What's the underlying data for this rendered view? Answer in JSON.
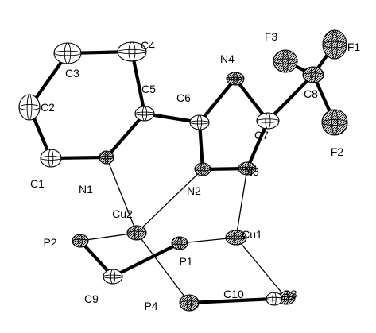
{
  "figure": {
    "atoms": [
      {
        "id": "C1",
        "label": "C1",
        "style": "axes"
      },
      {
        "id": "C2",
        "label": "C2",
        "style": "axes"
      },
      {
        "id": "C3",
        "label": "C3",
        "style": "axes"
      },
      {
        "id": "C4",
        "label": "C4",
        "style": "axes"
      },
      {
        "id": "C5",
        "label": "C5",
        "style": "axes"
      },
      {
        "id": "C6",
        "label": "C6",
        "style": "axes"
      },
      {
        "id": "C7",
        "label": "C7",
        "style": "axes"
      },
      {
        "id": "C8",
        "label": "C8",
        "style": "hatched"
      },
      {
        "id": "N1",
        "label": "N1",
        "style": "hatched"
      },
      {
        "id": "N2",
        "label": "N2",
        "style": "hatched"
      },
      {
        "id": "N3",
        "label": "N3",
        "style": "hatched"
      },
      {
        "id": "N4",
        "label": "N4",
        "style": "hatched"
      },
      {
        "id": "F1",
        "label": "F1",
        "style": "hatched"
      },
      {
        "id": "F2",
        "label": "F2",
        "style": "hatched"
      },
      {
        "id": "F3",
        "label": "F3",
        "style": "hatched"
      },
      {
        "id": "Cu1",
        "label": "Cu1",
        "style": "hatched"
      },
      {
        "id": "Cu2",
        "label": "Cu2",
        "style": "hatched"
      },
      {
        "id": "P1",
        "label": "P1",
        "style": "hatched"
      },
      {
        "id": "P2",
        "label": "P2",
        "style": "hatched"
      },
      {
        "id": "P3",
        "label": "P3",
        "style": "hatched"
      },
      {
        "id": "P4",
        "label": "P4",
        "style": "hatched"
      },
      {
        "id": "C9",
        "label": "C9",
        "style": "axes"
      },
      {
        "id": "C10",
        "label": "C10",
        "style": "axes"
      }
    ],
    "bonds": [
      {
        "a": "C1",
        "b": "C2",
        "style": "thick"
      },
      {
        "a": "C2",
        "b": "C3",
        "style": "thick"
      },
      {
        "a": "C3",
        "b": "C4",
        "style": "thick"
      },
      {
        "a": "C4",
        "b": "C5",
        "style": "thick"
      },
      {
        "a": "C5",
        "b": "N1",
        "style": "thick"
      },
      {
        "a": "N1",
        "b": "C1",
        "style": "thick"
      },
      {
        "a": "C5",
        "b": "C6",
        "style": "thick"
      },
      {
        "a": "C6",
        "b": "N4",
        "style": "thick"
      },
      {
        "a": "N4",
        "b": "C7",
        "style": "thick"
      },
      {
        "a": "C7",
        "b": "N3",
        "style": "thick"
      },
      {
        "a": "N3",
        "b": "N2",
        "style": "thick"
      },
      {
        "a": "N2",
        "b": "C6",
        "style": "thick"
      },
      {
        "a": "C7",
        "b": "C8",
        "style": "thick"
      },
      {
        "a": "C8",
        "b": "F1",
        "style": "thick"
      },
      {
        "a": "C8",
        "b": "F2",
        "style": "thick"
      },
      {
        "a": "C8",
        "b": "F3",
        "style": "thick"
      },
      {
        "a": "N1",
        "b": "Cu2",
        "style": "thin"
      },
      {
        "a": "N2",
        "b": "Cu2",
        "style": "thin"
      },
      {
        "a": "N3",
        "b": "Cu1",
        "style": "thin"
      },
      {
        "a": "Cu2",
        "b": "P2",
        "style": "thin"
      },
      {
        "a": "Cu2",
        "b": "P4",
        "style": "thin"
      },
      {
        "a": "Cu1",
        "b": "P1",
        "style": "thin"
      },
      {
        "a": "Cu1",
        "b": "P3",
        "style": "thin"
      },
      {
        "a": "P2",
        "b": "C9",
        "style": "thick"
      },
      {
        "a": "C9",
        "b": "P1",
        "style": "thick"
      },
      {
        "a": "P4",
        "b": "C10",
        "style": "thick"
      },
      {
        "a": "C10",
        "b": "P3",
        "style": "thick"
      }
    ]
  }
}
